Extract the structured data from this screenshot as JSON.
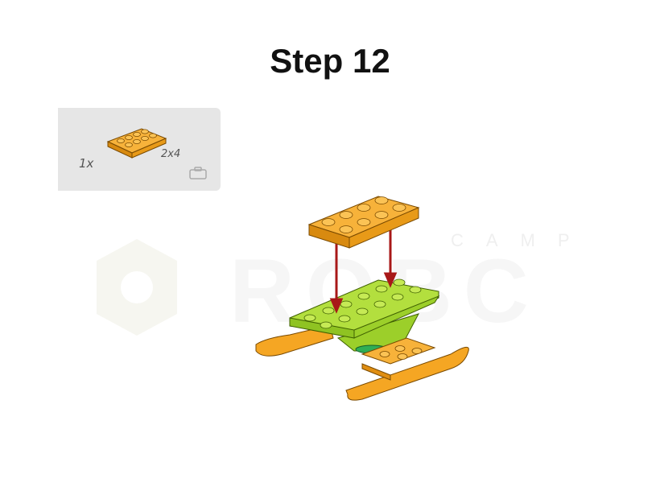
{
  "step": {
    "title": "Step 12"
  },
  "parts_list": {
    "items": [
      {
        "quantity": "1x",
        "size": "2x4",
        "part_name": "orange-plate-2x4-icon",
        "color": "#f0a020"
      }
    ],
    "icon": "briefcase-icon"
  },
  "watermark": {
    "top_text": "CAMP",
    "main_text": "ROBC"
  },
  "colors": {
    "orange": "#f5a623",
    "lime": "#a8d82e",
    "arrow": "#a81818",
    "panel": "#e6e6e6"
  }
}
